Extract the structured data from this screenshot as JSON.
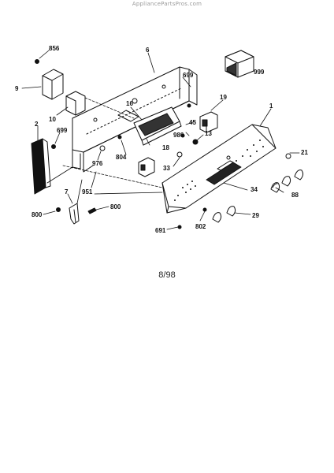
{
  "watermark": "AppliancePartsPros.com",
  "page_date": "8/98",
  "parts": [
    {
      "id": "856",
      "text": "856"
    },
    {
      "id": "6",
      "text": "6"
    },
    {
      "id": "999a",
      "text": "999"
    },
    {
      "id": "699a",
      "text": "699"
    },
    {
      "id": "9",
      "text": "9"
    },
    {
      "id": "16",
      "text": "16"
    },
    {
      "id": "19",
      "text": "19"
    },
    {
      "id": "1",
      "text": "1"
    },
    {
      "id": "10",
      "text": "10"
    },
    {
      "id": "45",
      "text": "45"
    },
    {
      "id": "986",
      "text": "986"
    },
    {
      "id": "13",
      "text": "13"
    },
    {
      "id": "2",
      "text": "2"
    },
    {
      "id": "699b",
      "text": "699"
    },
    {
      "id": "18",
      "text": "18"
    },
    {
      "id": "804",
      "text": "804"
    },
    {
      "id": "21",
      "text": "21"
    },
    {
      "id": "976",
      "text": "976"
    },
    {
      "id": "33",
      "text": "33"
    },
    {
      "id": "88",
      "text": "88"
    },
    {
      "id": "34",
      "text": "34"
    },
    {
      "id": "951",
      "text": "951"
    },
    {
      "id": "7",
      "text": "7"
    },
    {
      "id": "800a",
      "text": "800"
    },
    {
      "id": "800b",
      "text": "800"
    },
    {
      "id": "29",
      "text": "29"
    },
    {
      "id": "802",
      "text": "802"
    },
    {
      "id": "691",
      "text": "691"
    }
  ]
}
